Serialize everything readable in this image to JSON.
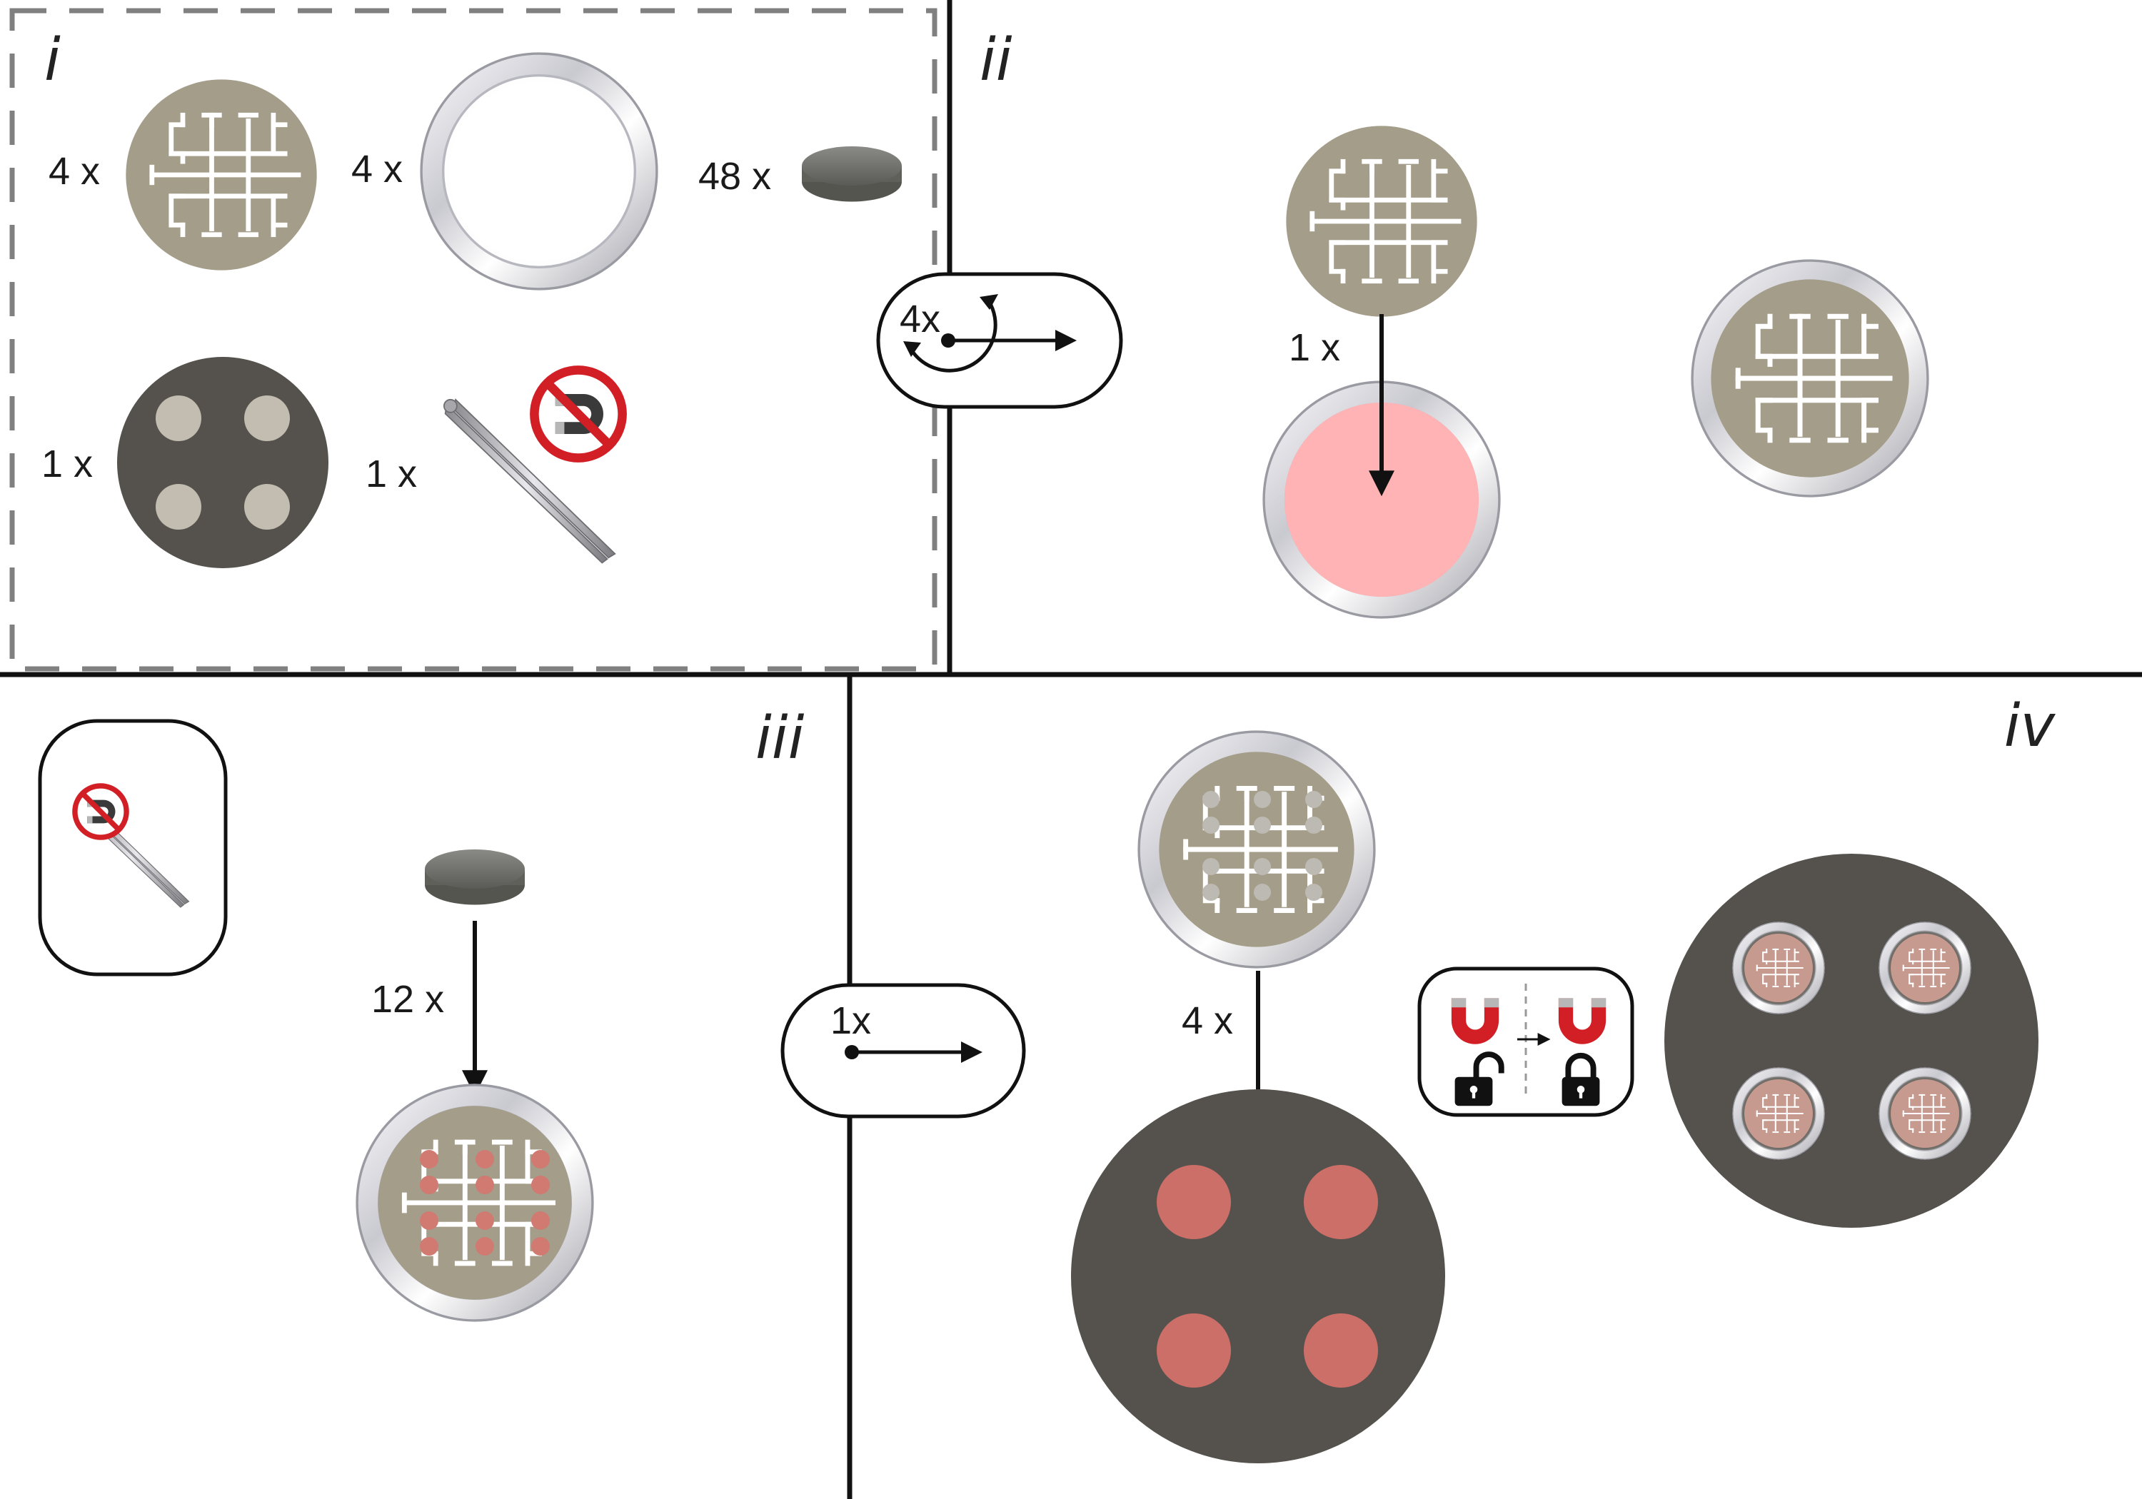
{
  "colors": {
    "electrode": "#a49d8a",
    "pattern": "#ffffff",
    "base": "#55524d",
    "base_hole": "#c2bdb0",
    "pink_fill": "#ffb3b5",
    "magnet_dot": "#d07a72",
    "deposit": "#cc6f69",
    "no_magnet_red": "#d21f26",
    "line": "#111111"
  },
  "panels": {
    "i": {
      "label": "i",
      "electrode_count": "4 x",
      "ring_count": "4 x",
      "magnet_count": "48 x",
      "base_count": "1 x",
      "tweezers_count": "1 x"
    },
    "ii": {
      "label": "ii",
      "drop_count": "1 x"
    },
    "iii": {
      "label": "iii",
      "magnet_count": "12 x"
    },
    "iv": {
      "label": "iv",
      "drop_count": "4 x"
    }
  },
  "transitions": {
    "first": {
      "count": "4x"
    },
    "second": {
      "count": "1x"
    }
  },
  "icons": {
    "no_magnet": "no-magnet-icon",
    "tweezers": "tweezers-icon",
    "magnet": "magnet-icon",
    "padlock_open": "padlock-open-icon",
    "padlock_closed": "padlock-closed-icon",
    "repeat": "repeat-arrow-icon"
  }
}
